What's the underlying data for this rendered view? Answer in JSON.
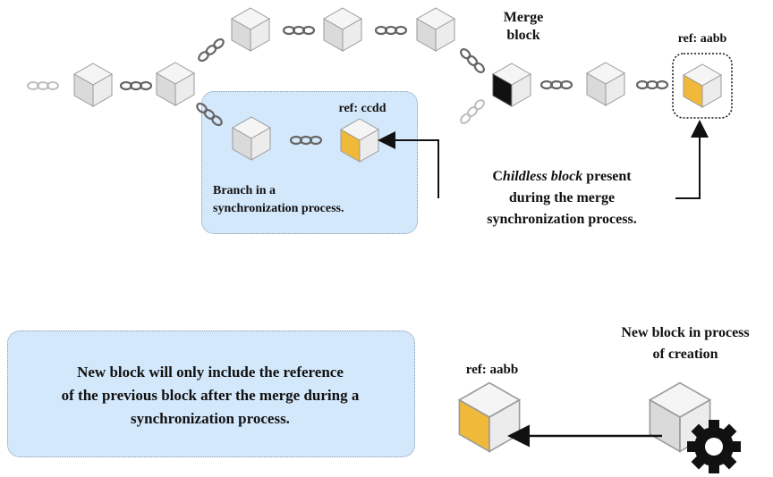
{
  "labels": {
    "merge_block_line1": "Merge",
    "merge_block_line2": "block",
    "ref_top_right": "ref: aabb",
    "ref_branch": "ref: ccdd",
    "branch_line1": "Branch in a",
    "branch_line2": "synchronization process.",
    "childless_line1_prefix": "C",
    "childless_line1_italic": "hildless block",
    "childless_line1_suffix": " present",
    "childless_line2": "during the merge",
    "childless_line3": "synchronization process.",
    "new_block_line1": "New block in process",
    "new_block_line2": "of creation",
    "ref_bottom": "ref: aabb",
    "info_line1": "New block will only include the reference",
    "info_line2": "of the previous block after the merge during a",
    "info_line3": "synchronization process."
  },
  "colors": {
    "highlight_yellow": "#f0b93a",
    "merge_black": "#111111",
    "panel_blue": "#d4e8fb",
    "cube_light": "#f4f4f4",
    "cube_mid": "#dcdcdc",
    "cube_dark": "#c8c8c8"
  },
  "icons": {
    "chain": "chain-link-icon",
    "gear": "gear-icon",
    "arrow": "arrow-icon"
  }
}
